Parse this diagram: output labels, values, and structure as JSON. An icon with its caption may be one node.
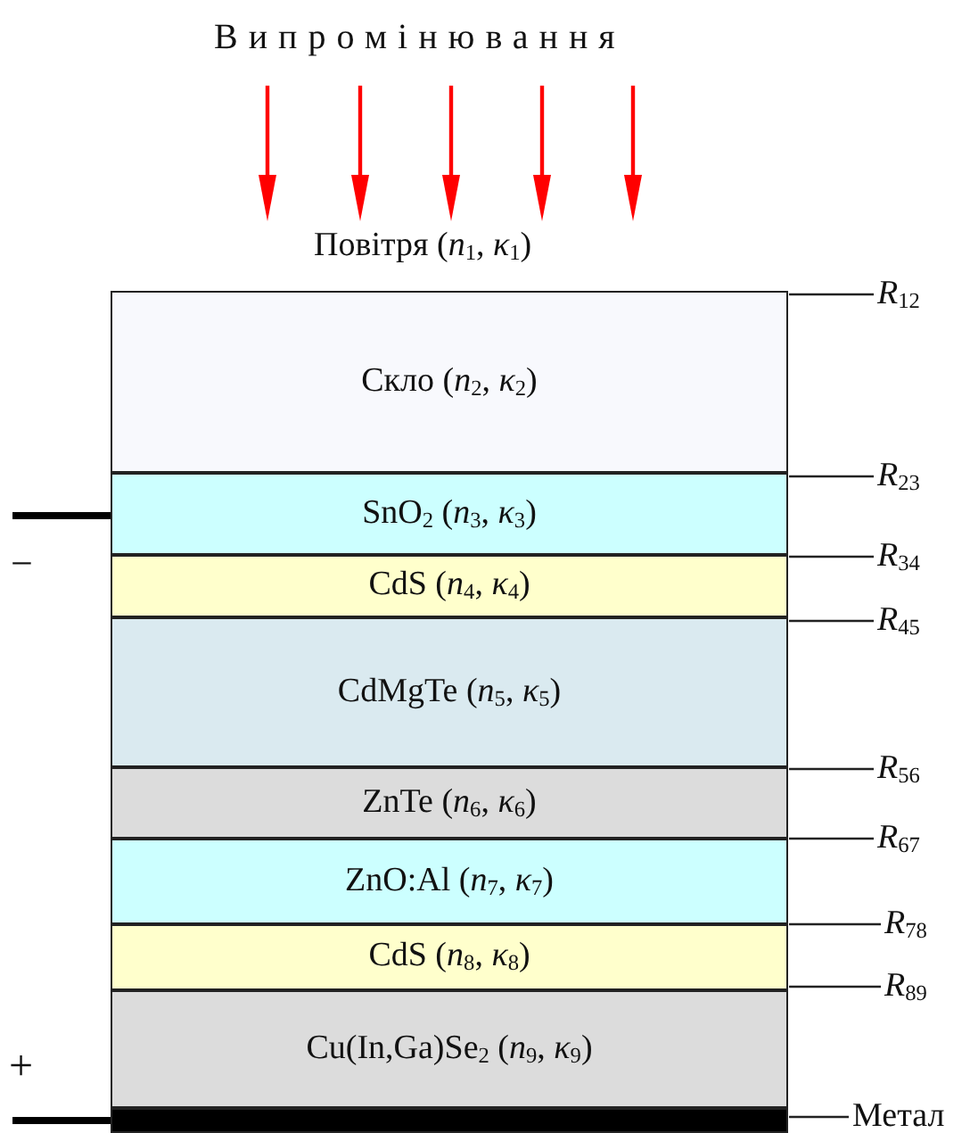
{
  "diagram": {
    "nodes": [
      {
        "text": [
          "Скло (*n*$_{2}$, *κ*$_{2}$)"
        ]
      },
      {
        "text": [
          "SnO$_{2}$ (*n*$_{3}$, *κ*$_{3}$)"
        ]
      },
      {
        "text": [
          "CdS (*n*$_{4}$, *κ*$_{4}$)"
        ]
      },
      {
        "text": [
          "CdMgTe (*n*$_{5}$, *κ*$_{5}$)"
        ]
      },
      {
        "text": [
          "ZnTe (*n*$_{6}$, *κ*$_{6}$)"
        ]
      },
      {
        "text": [
          "ZnO:Al (*n*$_{7}$, *κ*$_{7}$)"
        ]
      },
      {
        "text": [
          "CdS (*n*$_{8}$, *κ*$_{8}$)"
        ]
      },
      {
        "text": [
          "Cu(In,Ga)Se$_{2}$ (*n*$_{9}$, *κ*$_{9}$)"
        ]
      },
      {
        "text": [],
        "shape": "bar"
      },
      {
        "text": [
          "*R*$_{12}$"
        ]
      },
      {
        "text": [
          "*R*$_{23}$"
        ]
      },
      {
        "text": [
          "*R*$_{34}$"
        ]
      },
      {
        "text": [
          "*R*$_{45}$"
        ]
      },
      {
        "text": [
          "*R*$_{56}$"
        ]
      },
      {
        "text": [
          "*R*$_{67}$"
        ]
      },
      {
        "text": [
          "*R*$_{78}$"
        ]
      },
      {
        "text": [
          "*R*$_{89}$"
        ]
      },
      {
        "text": [
          "Метал"
        ]
      }
    ],
    "edges": [
      {
        "from": 9,
        "to": 0,
        "arrow": "none"
      },
      {
        "from": 10,
        "to": 1,
        "arrow": "none"
      },
      {
        "from": 11,
        "to": 2,
        "arrow": "none"
      },
      {
        "from": 12,
        "to": 3,
        "arrow": "none"
      },
      {
        "from": 13,
        "to": 4,
        "arrow": "none"
      },
      {
        "from": 14,
        "to": 4,
        "arrow": "none"
      },
      {
        "from": 15,
        "to": 6,
        "arrow": "none"
      },
      {
        "from": 16,
        "to": 6,
        "arrow": "none"
      },
      {
        "from": 17,
        "to": 8,
        "arrow": "none"
      }
    ],
    "labels": [
      "Випромінювання",
      "Повітря (*n*$_{1}$, *κ*$_{1}$)",
      "−",
      "+"
    ]
  }
}
